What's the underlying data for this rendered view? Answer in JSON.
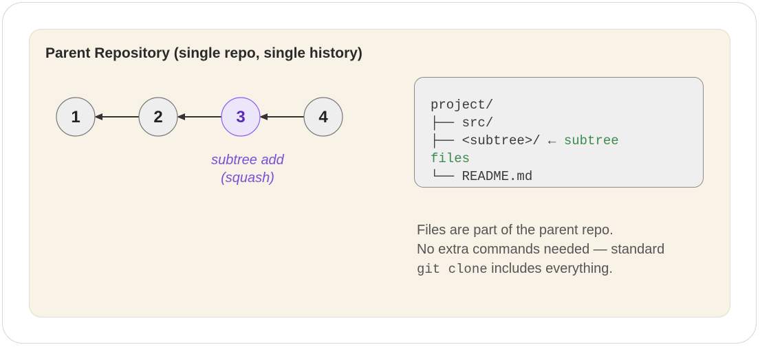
{
  "repo": {
    "title": "Parent Repository (single repo, single history)"
  },
  "commits": [
    {
      "label": "1"
    },
    {
      "label": "2"
    },
    {
      "label": "3",
      "highlighted": true
    },
    {
      "label": "4"
    }
  ],
  "commit_caption": {
    "line1": "subtree add",
    "line2": "(squash)"
  },
  "tree": {
    "root": "project/",
    "src_line": "├── src/",
    "subtree_line": "├── <subtree>/ ← ",
    "subtree_comment_a": "subtree",
    "subtree_comment_b": "files",
    "readme_line": "└── README.md"
  },
  "note": {
    "line1": "Files are part of the parent repo.",
    "line2": "No extra commands needed — standard",
    "line3_code": "git clone",
    "line3_rest": " includes everything."
  },
  "colors": {
    "node_fill": "#eeeeee",
    "node_stroke": "#777777",
    "highlight_fill": "#ece6fb",
    "highlight_stroke": "#8b5cf6",
    "highlight_text": "#5b2bb5",
    "arrow": "#333333",
    "green": "#3b8b4e"
  }
}
